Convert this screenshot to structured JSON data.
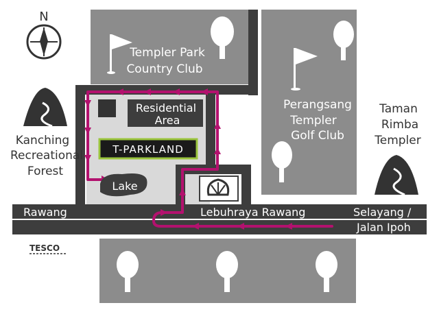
{
  "compass": {
    "letter": "N"
  },
  "places": {
    "templer_park": {
      "line1": "Templer Park",
      "line2": "Country Club"
    },
    "perangsang": {
      "line1": "Perangsang",
      "line2": "Templer",
      "line3": "Golf Club"
    },
    "residential": {
      "line1": "Residential",
      "line2": "Area"
    },
    "kanching": {
      "line1": "Kanching",
      "line2": "Recreational",
      "line3": "Forest"
    },
    "taman_rimba": {
      "line1": "Taman",
      "line2": "Rimba",
      "line3": "Templer"
    },
    "lake": {
      "label": "Lake"
    },
    "tparkland": {
      "label": "T-PARKLAND"
    },
    "tesco": {
      "label": "TESCO"
    }
  },
  "roads": {
    "rawang": "Rawang",
    "lebuhraya": "Lebuhraya Rawang",
    "selayang": "Selayang /",
    "jalan_ipoh": "Jalan Ipoh"
  },
  "colors": {
    "block": "#8c8c8c",
    "road": "#3d3d3d",
    "route": "#b3116e",
    "text_on_gray": "#ffffff",
    "text": "#333333",
    "tparkland_border": "#9bc53d",
    "tparkland_fill": "#1a1a1a"
  },
  "icons": [
    "compass-icon",
    "golf-flag-icon",
    "tree-icon",
    "mountain-icon",
    "shell-logo-icon",
    "tesco-logo-icon"
  ]
}
